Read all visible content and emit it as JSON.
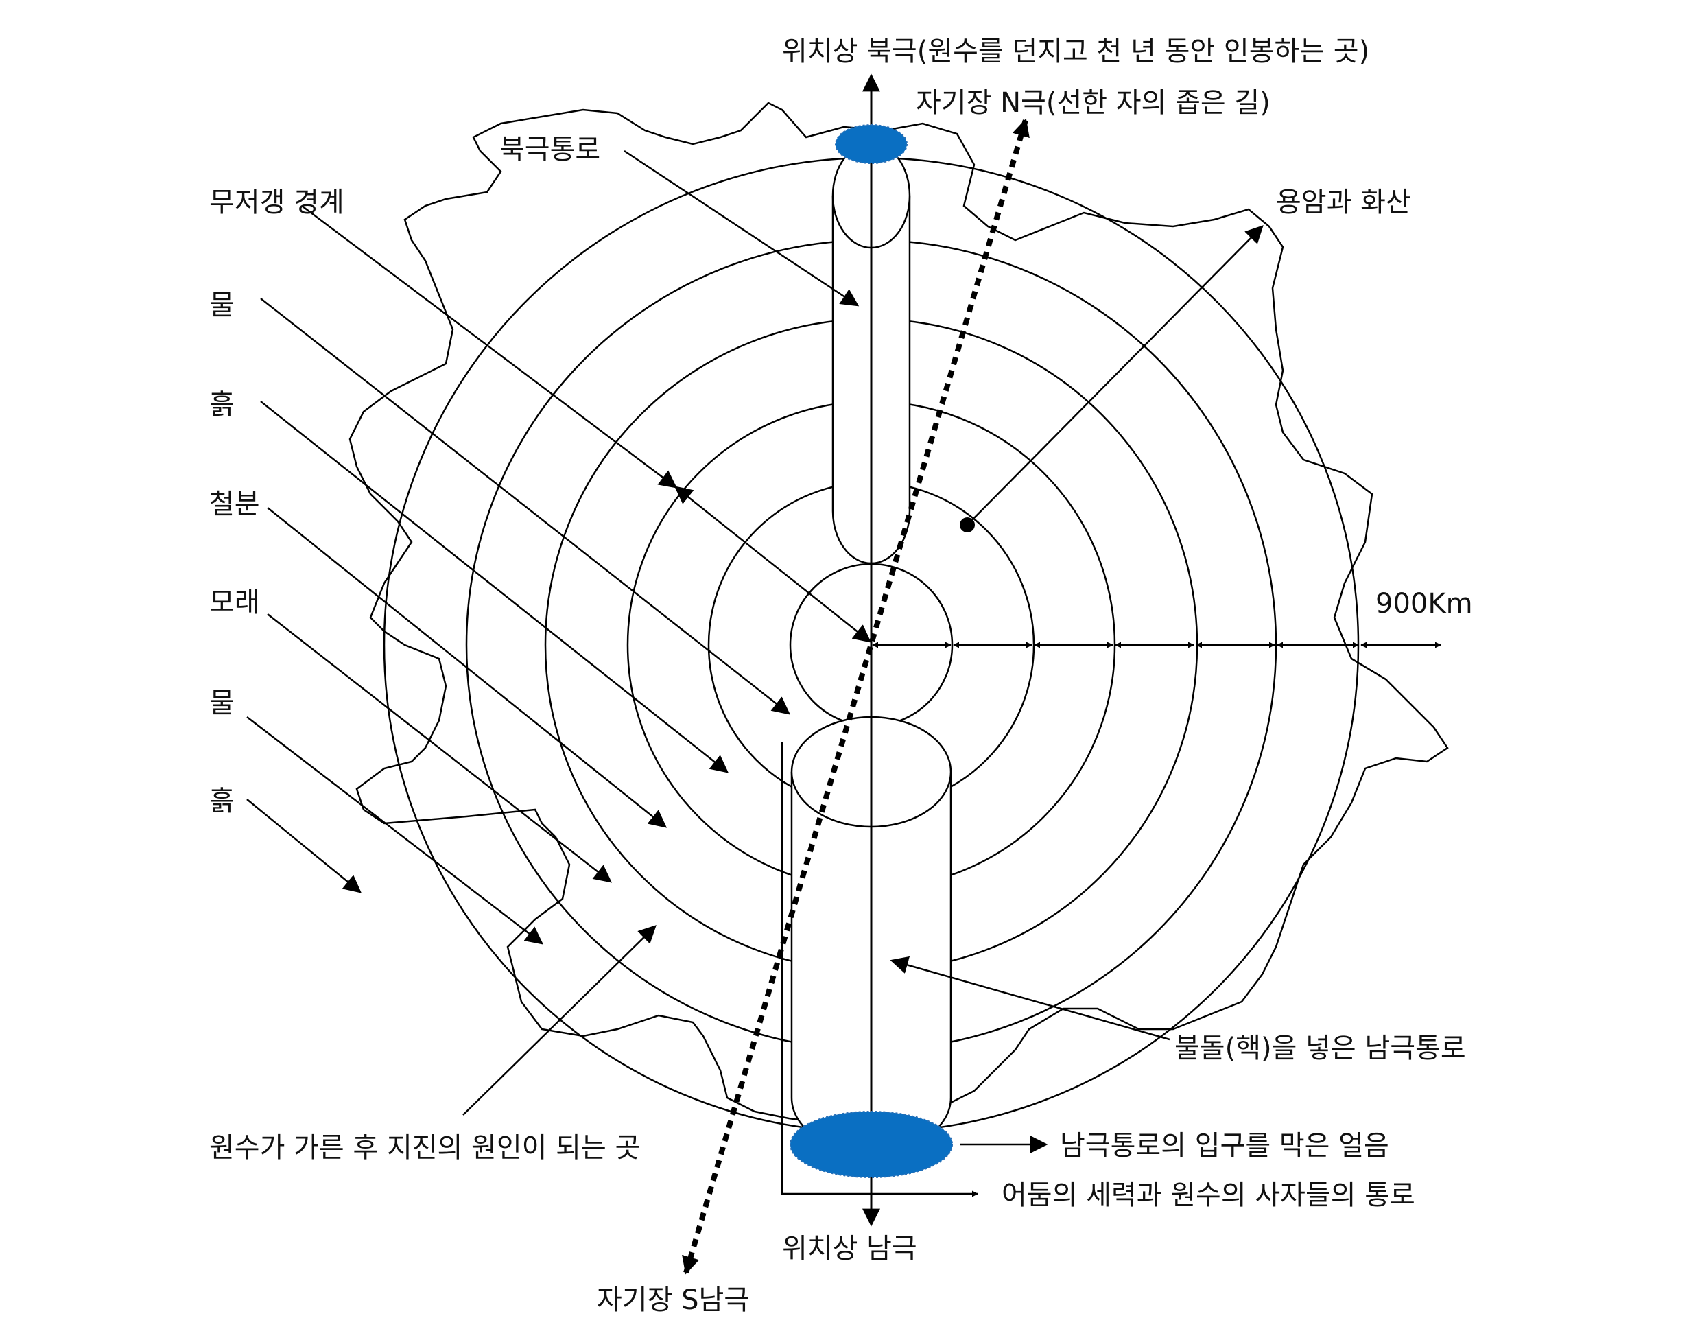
{
  "colors": {
    "ink": "#000000",
    "ice": "#0a6fc2"
  },
  "labels": {
    "north_pole": "위치상 북극(원수를 던지고 천 년 동안 인봉하는 곳)",
    "magnetic_north": "자기장 N극(선한 자의 좁은 길)",
    "north_passage": "북극통로",
    "abyss_boundary": "무저갱 경계",
    "lava_volcano": "용암과 화산",
    "water_1": "물",
    "soil_1": "흙",
    "iron": "철분",
    "sand": "모래",
    "water_2": "물",
    "soil_2": "흙",
    "radius": "900Km",
    "south_passage": "불돌(핵)을 넣은 남극통로",
    "earthquake_source": "원수가 가른 후 지진의 원인이 되는 곳",
    "south_ice": "남극통로의 입구를 막은 얼음",
    "dark_path": "어둠의 세력과 원수의 사자들의 통로",
    "south_pole": "위치상 남극",
    "magnetic_south": "자기장 S남극"
  }
}
